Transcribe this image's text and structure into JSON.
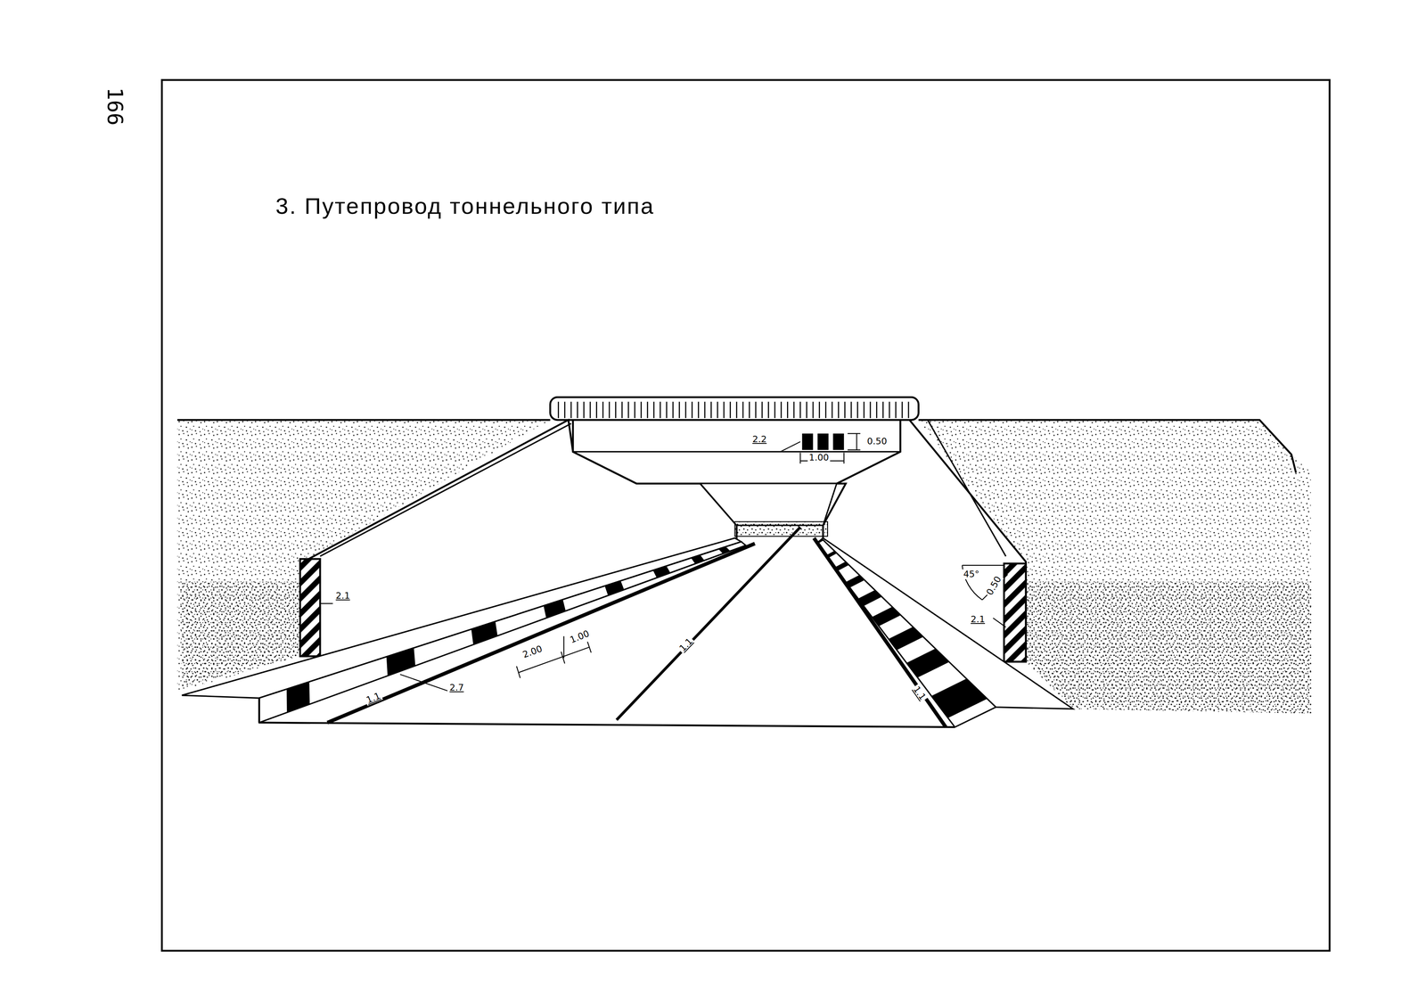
{
  "diagram": {
    "title": "3. Путепровод тоннельного типа",
    "labels": [
      "166",
      "2.2",
      "1.00",
      "0.50",
      "2.1",
      "45°",
      "0.50",
      "2.1",
      "2.00",
      "1.00",
      "2.7",
      "1.1",
      "1.1",
      "1.1"
    ]
  }
}
